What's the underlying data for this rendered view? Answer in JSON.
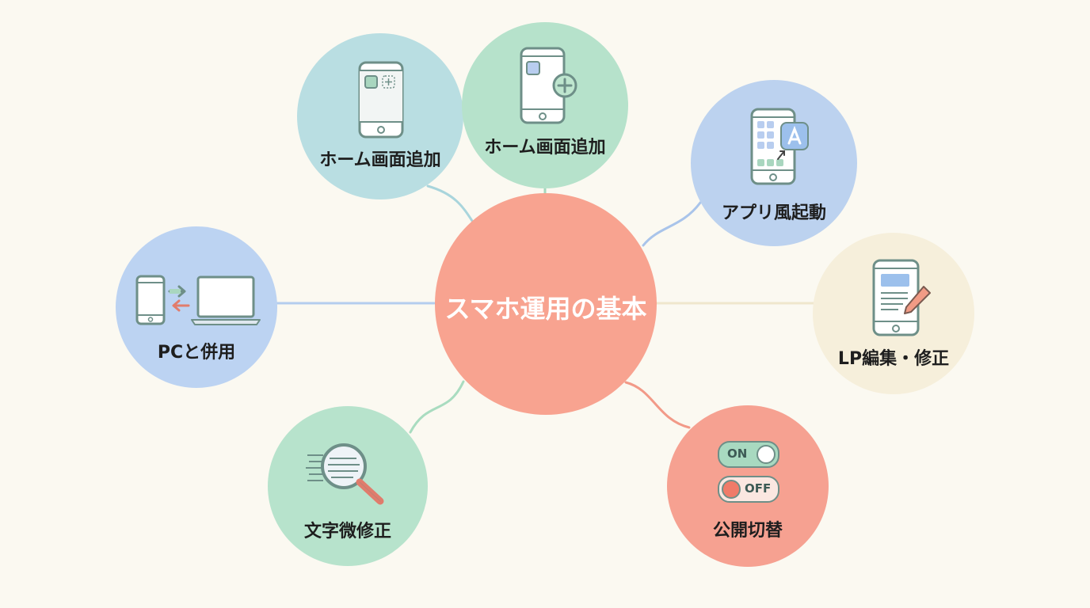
{
  "diagram": {
    "center": {
      "label": "スマホ運用の基本",
      "color": "#f8a390"
    },
    "nodes": [
      {
        "id": "home-screen-1",
        "label": "ホーム画面追加",
        "color": "#b9dee2",
        "icon": "phone-grid-add-icon"
      },
      {
        "id": "home-screen-2",
        "label": "ホーム画面追加",
        "color": "#b6e2cb",
        "icon": "phone-plus-icon"
      },
      {
        "id": "app-launch",
        "label": "アプリ風起動",
        "color": "#bcd2ef",
        "icon": "phone-app-store-icon"
      },
      {
        "id": "lp-edit",
        "label": "LP編集・修正",
        "color": "#f6efdb",
        "icon": "phone-edit-icon"
      },
      {
        "id": "publish-toggle",
        "label": "公開切替",
        "color": "#f6a191",
        "icon": "toggle-switch-icon",
        "toggle_on": "ON",
        "toggle_off": "OFF"
      },
      {
        "id": "text-fix",
        "label": "文字微修正",
        "color": "#b7e3cc",
        "icon": "magnifier-text-icon"
      },
      {
        "id": "pc-combo",
        "label": "PCと併用",
        "color": "#bcd3f2",
        "icon": "phone-laptop-sync-icon"
      }
    ]
  }
}
